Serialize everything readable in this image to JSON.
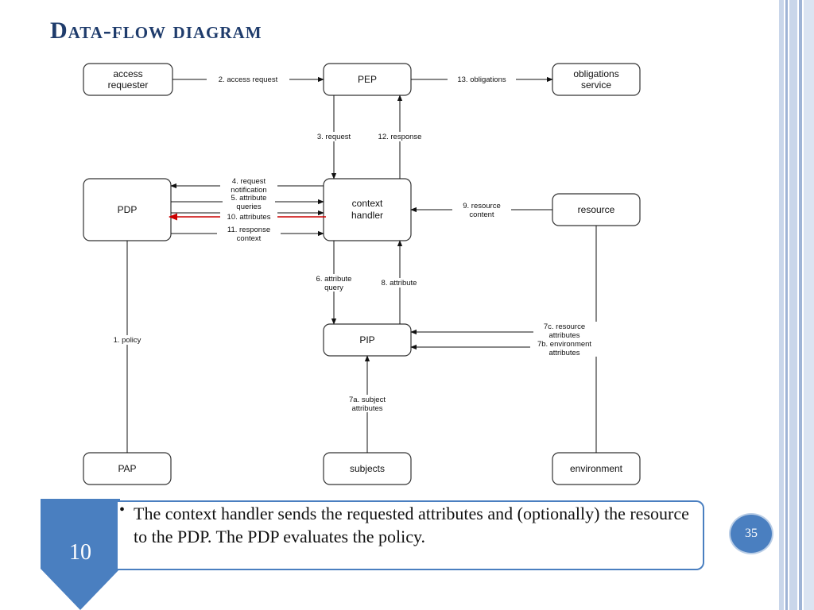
{
  "slide": {
    "title": "Data-flow diagram",
    "step_number": "10",
    "bullet_text": "The context handler sends the requested attributes and (optionally) the resource to the PDP. The PDP evaluates the policy.",
    "page_number": "35"
  },
  "colors": {
    "title": "#1f3c6c",
    "accent_blue": "#4a7fc0",
    "stripe_light": "#c9d6ea",
    "stripe_mid": "#9fb4d6",
    "highlight_arrow": "#cc0000"
  },
  "diagram": {
    "nodes": {
      "access_requester": [
        "access",
        "requester"
      ],
      "pep": [
        "PEP"
      ],
      "obligations_service": [
        "obligations",
        "service"
      ],
      "pdp": [
        "PDP"
      ],
      "context_handler": [
        "context",
        "handler"
      ],
      "resource": [
        "resource"
      ],
      "pip": [
        "PIP"
      ],
      "pap": [
        "PAP"
      ],
      "subjects": [
        "subjects"
      ],
      "environment": [
        "environment"
      ]
    },
    "edges": {
      "e1": [
        "1. policy"
      ],
      "e2": [
        "2. access request"
      ],
      "e3": [
        "3. request"
      ],
      "e4": [
        "4. request",
        "notification"
      ],
      "e5": [
        "5. attribute",
        "queries"
      ],
      "e6": [
        "6. attribute",
        "query"
      ],
      "e7a": [
        "7a. subject",
        "attributes"
      ],
      "e7b": [
        "7b. environment",
        "attributes"
      ],
      "e7c": [
        "7c. resource",
        "attributes"
      ],
      "e8": [
        "8. attribute"
      ],
      "e9": [
        "9. resource",
        "content"
      ],
      "e10": [
        "10. attributes"
      ],
      "e11": [
        "11. response",
        "context"
      ],
      "e12": [
        "12. response"
      ],
      "e13": [
        "13. obligations"
      ]
    }
  }
}
